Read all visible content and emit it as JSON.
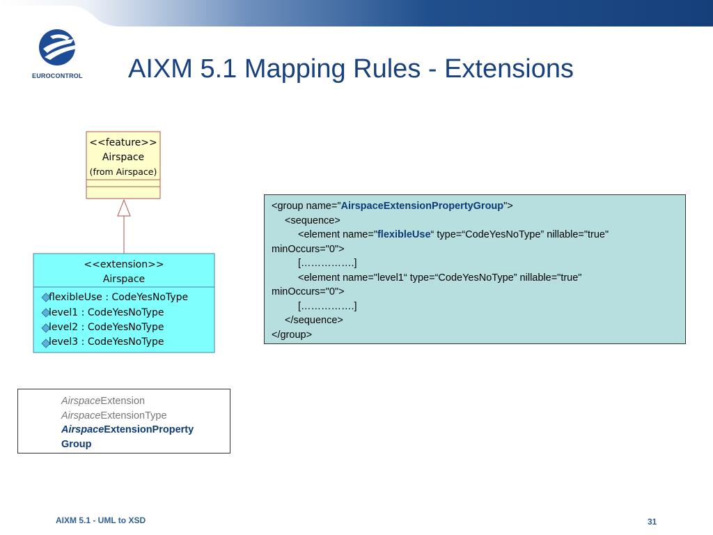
{
  "slide": {
    "title": "AIXM 5.1 Mapping Rules - Extensions",
    "logo_text": "EUROCONTROL",
    "footer_left": "AIXM 5.1 - UML to XSD",
    "page_number": "31"
  },
  "uml": {
    "feature_class": {
      "stereotype": "<<feature>>",
      "name": "Airspace",
      "origin": "(from Airspace)"
    },
    "extension_class": {
      "stereotype": "<<extension>>",
      "name": "Airspace",
      "attributes": [
        "flexibleUse : CodeYesNoType",
        "level1 : CodeYesNoType",
        "level2 : CodeYesNoType",
        "level3 : CodeYesNoType"
      ]
    }
  },
  "xml": {
    "l1_pre": "<group name=\"",
    "l1_bold": "AirspaceExtensionPropertyGroup",
    "l1_post": "\">",
    "l2": "<sequence>",
    "l3_pre": "<element name=\"",
    "l3_bold": "flexibleUse",
    "l3_post": "“ type=“CodeYesNoType” nillable=\"true\"",
    "l4": "minOccurs=\"0\">",
    "l5": "[…………….]",
    "l6": "<element name=\"level1“ type=“CodeYesNoType” nillable=\"true\"",
    "l7": "minOccurs=\"0\">",
    "l8": "[…………….]",
    "l9": "</sequence>",
    "l10": "</group>"
  },
  "names": {
    "prefix": "Airspace",
    "n1_suffix": "Extension",
    "n2_suffix": "ExtensionType",
    "n3_suffix": "ExtensionProperty",
    "n3_cont": "Group"
  },
  "colors": {
    "title": "#17407f",
    "feature_fill": "#ffffcc",
    "feature_border": "#b05050",
    "extension_fill": "#80ffff",
    "extension_border": "#4a7fb0",
    "xml_fill": "#b7dfe0",
    "bold_text": "#0b3a75"
  }
}
